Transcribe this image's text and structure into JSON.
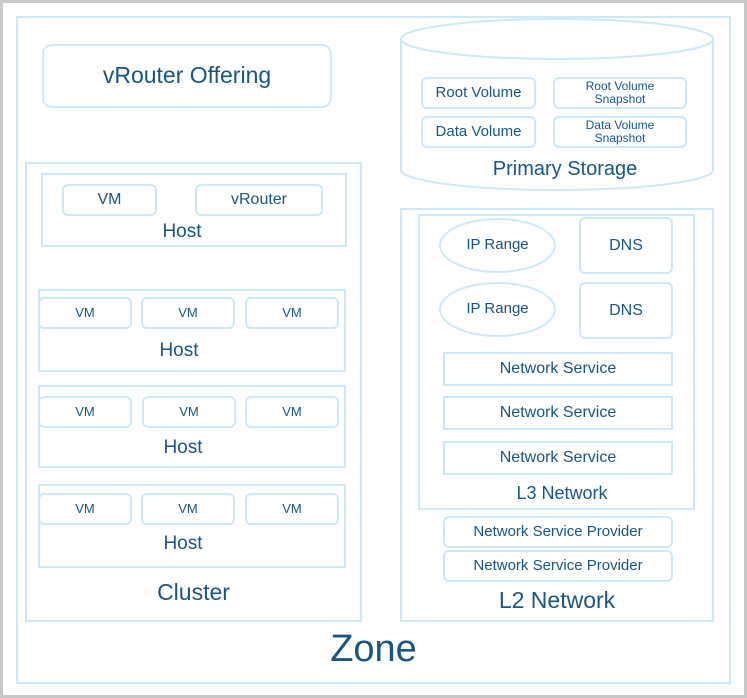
{
  "zone": {
    "label": "Zone"
  },
  "vrouter_offering": {
    "label": "vRouter Offering"
  },
  "cluster": {
    "label": "Cluster",
    "hosts": [
      {
        "label": "Host",
        "items": [
          "VM",
          "vRouter"
        ]
      },
      {
        "label": "Host",
        "items": [
          "VM",
          "VM",
          "VM"
        ]
      },
      {
        "label": "Host",
        "items": [
          "VM",
          "VM",
          "VM"
        ]
      },
      {
        "label": "Host",
        "items": [
          "VM",
          "VM",
          "VM"
        ]
      }
    ]
  },
  "primary_storage": {
    "label": "Primary Storage",
    "root_volume": "Root Volume",
    "root_volume_snapshot": "Root Volume Snapshot",
    "data_volume": "Data Volume",
    "data_volume_snapshot": "Data Volume Snapshot"
  },
  "l2_network": {
    "label": "L2 Network",
    "providers": [
      "Network Service Provider",
      "Network Service Provider"
    ]
  },
  "l3_network": {
    "label": "L3 Network",
    "ip_ranges": [
      "IP Range",
      "IP Range"
    ],
    "dns": [
      "DNS",
      "DNS"
    ],
    "services": [
      "Network Service",
      "Network Service",
      "Network Service"
    ]
  },
  "colors": {
    "border": "#cde9f5",
    "text": "#1a5584",
    "frame": "#c8c8c8"
  }
}
